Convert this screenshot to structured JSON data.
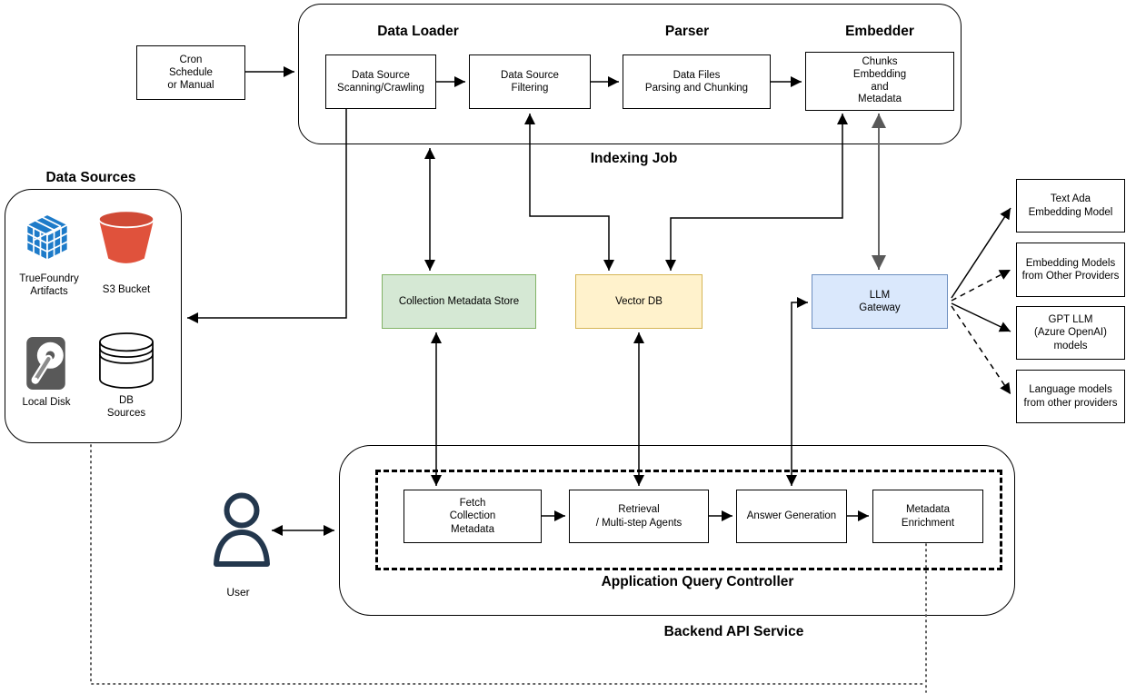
{
  "diagram": {
    "indexing_job": {
      "title": "Indexing Job",
      "columns": {
        "data_loader": "Data Loader",
        "parser": "Parser",
        "embedder": "Embedder"
      }
    },
    "nodes": {
      "cron": {
        "label": "Cron\nSchedule\nor Manual"
      },
      "scanning": {
        "label": "Data Source\nScanning/Crawling"
      },
      "filtering": {
        "label": "Data Source\nFiltering"
      },
      "parsing": {
        "label": "Data Files\nParsing and Chunking"
      },
      "chunks": {
        "label": "Chunks\nEmbedding\nand\nMetadata"
      },
      "metadata_store": {
        "label": "Collection Metadata Store",
        "fill": "#d5e8d4",
        "border": "#82b366"
      },
      "vector_db": {
        "label": "Vector DB",
        "fill": "#fff2cc",
        "border": "#d6b656"
      },
      "llm_gateway": {
        "label": "LLM\nGateway",
        "fill": "#dae8fc",
        "border": "#6c8ebf"
      },
      "text_ada": {
        "label": "Text Ada\nEmbedding Model"
      },
      "embedding_other": {
        "label": "Embedding Models\nfrom Other Providers"
      },
      "gpt_llm": {
        "label": "GPT LLM\n(Azure OpenAI)\nmodels"
      },
      "language_other": {
        "label": "Language models\nfrom other providers"
      },
      "fetch_metadata": {
        "label": "Fetch\nCollection\nMetadata"
      },
      "retrieval": {
        "label": "Retrieval\n/ Multi-step Agents"
      },
      "answer_generation": {
        "label": "Answer Generation"
      },
      "metadata_enrichment": {
        "label": "Metadata\nEnrichment"
      }
    },
    "data_sources": {
      "title": "Data Sources",
      "items": [
        {
          "icon": "cube-icon",
          "label": "TrueFoundry\nArtifacts"
        },
        {
          "icon": "s3-bucket-icon",
          "label": "S3 Bucket"
        },
        {
          "icon": "hard-disk-icon",
          "label": "Local Disk"
        },
        {
          "icon": "database-icon",
          "label": "DB\nSources"
        }
      ]
    },
    "backend": {
      "title": "Backend API Service",
      "controller_title": "Application Query Controller"
    },
    "user": {
      "label": "User",
      "icon": "user-icon"
    },
    "colors": {
      "metadata_store_fill": "#d5e8d4",
      "metadata_store_border": "#82b366",
      "vector_db_fill": "#fff2cc",
      "vector_db_border": "#d6b656",
      "llm_gateway_fill": "#dae8fc",
      "llm_gateway_border": "#6c8ebf",
      "cube_blue": "#1d7bc9",
      "bucket_red": "#e0523c",
      "disk_gray": "#595959",
      "user_navy": "#23374d",
      "edge_black": "#000000",
      "edge_gray": "#666666"
    }
  }
}
